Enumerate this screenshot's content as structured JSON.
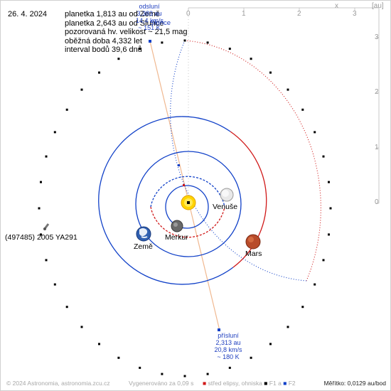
{
  "date": "26. 4. 2024",
  "info_lines": [
    "planetka 1,813 au od Země",
    "planetka 2,643 au od Slunce",
    "pozorovaná hv. velikost ~ 21,5 mag",
    "oběžná doba 4,332 let",
    "interval bodů 39,6 dnů"
  ],
  "aphelion": {
    "title": "odsluní",
    "lines": [
      "3,383 au",
      "14,4 km/s",
      "~ 151 K"
    ]
  },
  "perihelion": {
    "title": "přísluní",
    "lines": [
      "2,313 au",
      "20,8 km/s",
      "~ 180 K"
    ]
  },
  "asteroid_label": "(497485) 2005 YA291",
  "bodies": {
    "sun": {
      "name": "Slunce"
    },
    "venus": {
      "name": "Venuše"
    },
    "mercury": {
      "name": "Merkur"
    },
    "earth": {
      "name": "Země"
    },
    "mars": {
      "name": "Mars"
    }
  },
  "axis": {
    "x_label": "x",
    "unit_label": "[au]",
    "x_ticks": [
      "0",
      "1",
      "2",
      "3"
    ],
    "y_ticks": [
      "3",
      "2",
      "1",
      "0"
    ]
  },
  "footer": {
    "copyright": "© 2024 Astronomia, astronomia.zcu.cz",
    "generated": "Vygenerováno za 0,09 s",
    "legend_center": "střed elipsy, ohniska",
    "legend_f1": "F1",
    "legend_a": "a",
    "legend_f2": "F2",
    "scale": "Měřítko: 0,0129 au/bod"
  },
  "colors": {
    "orbit_blue": "#1040c8",
    "orbit_red": "#d01818",
    "apsis_line": "#f0b890",
    "axis_gray": "#c8c8c8",
    "label_blue": "#1f3fbf"
  }
}
